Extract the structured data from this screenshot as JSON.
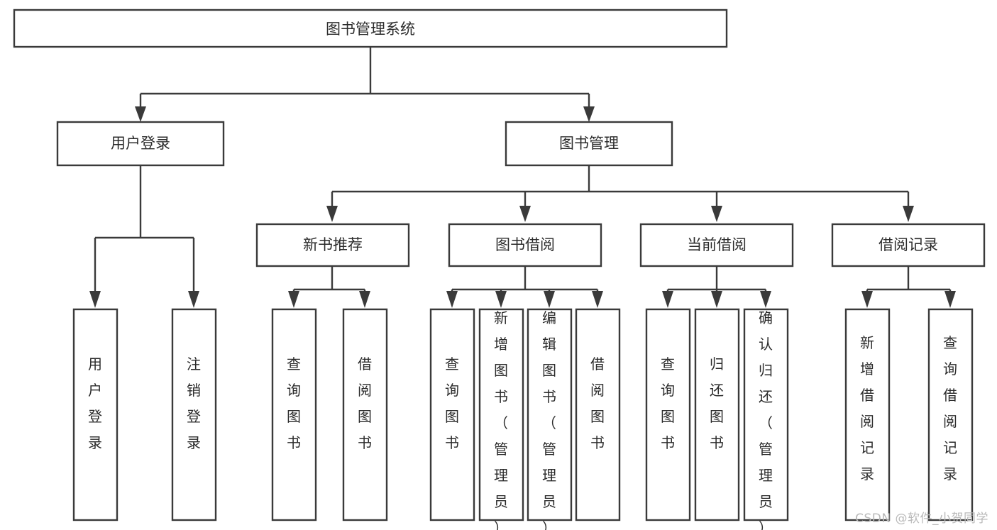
{
  "diagram": {
    "type": "tree-hierarchy-chart",
    "title": "图书管理系统",
    "watermark": "CSDN @软件_小贺同学",
    "colors": {
      "stroke": "#3a3a3a",
      "box_fill": "#ffffff",
      "text": "#2b2b2b",
      "background": "#ffffff",
      "watermark": "#b9b9b9"
    },
    "levels": {
      "root_label": "图书管理系统",
      "level2": [
        {
          "label": "用户登录"
        },
        {
          "label": "图书管理"
        }
      ],
      "level3": [
        {
          "label": "新书推荐"
        },
        {
          "label": "图书借阅"
        },
        {
          "label": "当前借阅"
        },
        {
          "label": "借阅记录"
        }
      ]
    },
    "leaves": {
      "user_login": [
        {
          "label": "用户登录"
        },
        {
          "label": "注销登录"
        }
      ],
      "new_book_recommend": [
        {
          "label": "查询图书"
        },
        {
          "label": "借阅图书"
        }
      ],
      "book_borrow": [
        {
          "label": "查询图书"
        },
        {
          "label": "新增图书（管理员）"
        },
        {
          "label": "编辑图书（管理员）"
        },
        {
          "label": "借阅图书"
        }
      ],
      "current_borrow": [
        {
          "label": "查询图书"
        },
        {
          "label": "归还图书"
        },
        {
          "label": "确认归还（管理员）"
        }
      ],
      "borrow_record": [
        {
          "label": "新增借阅记录"
        },
        {
          "label": "查询借阅记录"
        }
      ]
    }
  }
}
